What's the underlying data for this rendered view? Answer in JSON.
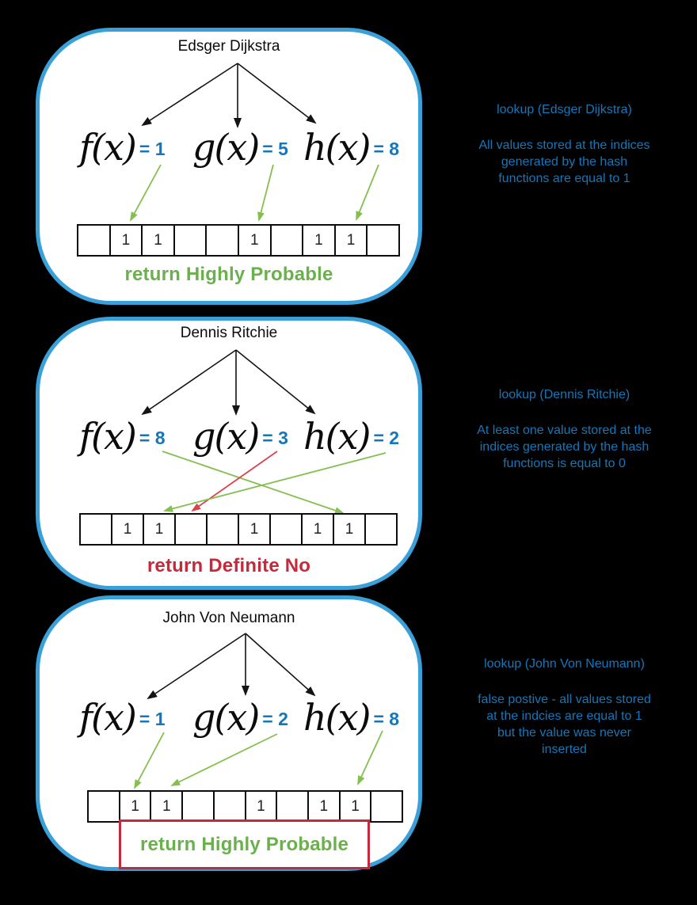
{
  "colors": {
    "blue_border": "#39a0da",
    "blue_text": "#1577b9",
    "green_text": "#6ab14c",
    "green_arrow": "#84bf4f",
    "red_text": "#c5293b",
    "red_arrow": "#d9434f"
  },
  "sections": [
    {
      "title": "Edsger Dijkstra",
      "hashes": [
        {
          "label": "f(x)",
          "value": "= 1",
          "target_index": 1,
          "arrow_color": "green"
        },
        {
          "label": "g(x)",
          "value": "= 5",
          "target_index": 5,
          "arrow_color": "green"
        },
        {
          "label": "h(x)",
          "value": "= 8",
          "target_index": 8,
          "arrow_color": "green"
        }
      ],
      "cells": [
        "",
        "1",
        "1",
        "",
        "",
        "1",
        "",
        "1",
        "1",
        ""
      ],
      "result": "return Highly Probable",
      "result_color": "green",
      "lookup": "lookup (Edsger Dijkstra)",
      "note_lines": [
        "All values stored at the indices",
        "generated by the hash",
        "functions are equal to 1"
      ]
    },
    {
      "title": "Dennis Ritchie",
      "hashes": [
        {
          "label": "f(x)",
          "value": "= 8",
          "target_index": 8,
          "arrow_color": "green"
        },
        {
          "label": "g(x)",
          "value": "= 3",
          "target_index": 3,
          "arrow_color": "red"
        },
        {
          "label": "h(x)",
          "value": "= 2",
          "target_index": 2,
          "arrow_color": "green"
        }
      ],
      "cells": [
        "",
        "1",
        "1",
        "",
        "",
        "1",
        "",
        "1",
        "1",
        ""
      ],
      "result": "return Definite No",
      "result_color": "red",
      "lookup": "lookup (Dennis Ritchie)",
      "note_lines": [
        "At least one value stored at the",
        "indices generated by the hash",
        "functions is equal to 0"
      ]
    },
    {
      "title": "John Von Neumann",
      "hashes": [
        {
          "label": "f(x)",
          "value": "= 1",
          "target_index": 1,
          "arrow_color": "green"
        },
        {
          "label": "g(x)",
          "value": "= 2",
          "target_index": 2,
          "arrow_color": "green"
        },
        {
          "label": "h(x)",
          "value": "= 8",
          "target_index": 8,
          "arrow_color": "green"
        }
      ],
      "cells": [
        "",
        "1",
        "1",
        "",
        "",
        "1",
        "",
        "1",
        "1",
        ""
      ],
      "result": "return Highly Probable",
      "result_color": "green",
      "lookup": "lookup (John Von Neumann)",
      "note_lines": [
        "false postive - all values stored",
        "at the indcies are equal to 1",
        "but the value was never",
        "inserted"
      ]
    }
  ]
}
